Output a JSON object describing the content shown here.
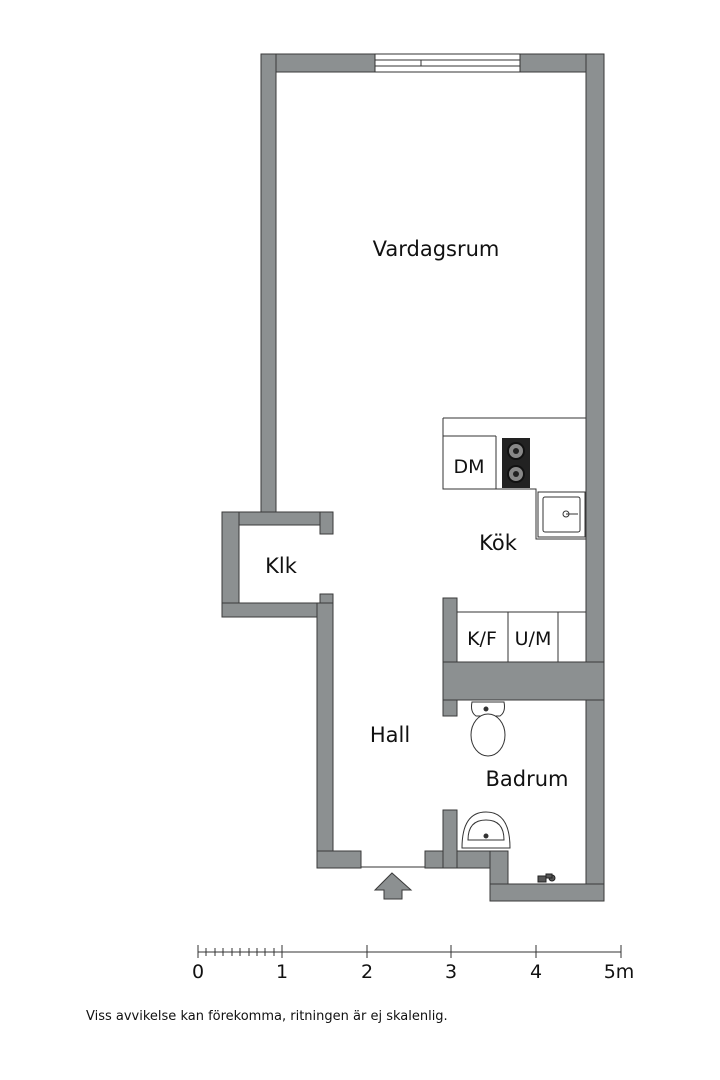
{
  "rooms": {
    "vardagsrum": "Vardagsrum",
    "kok": "Kök",
    "klk": "Klk",
    "hall": "Hall",
    "badrum": "Badrum"
  },
  "fixtures": {
    "dishwasher": "DM",
    "fridge_freezer": "K/F",
    "oven_microwave": "U/M"
  },
  "scale": {
    "labels": [
      "0",
      "1",
      "2",
      "3",
      "4",
      "5m"
    ]
  },
  "disclaimer": "Viss avvikelse kan förekomma, ritningen är ej skalenlig.",
  "colors": {
    "wall": "#8c9091",
    "wall_outline": "#3a3a3a",
    "line": "#333333",
    "arrow": "#8c9091"
  }
}
